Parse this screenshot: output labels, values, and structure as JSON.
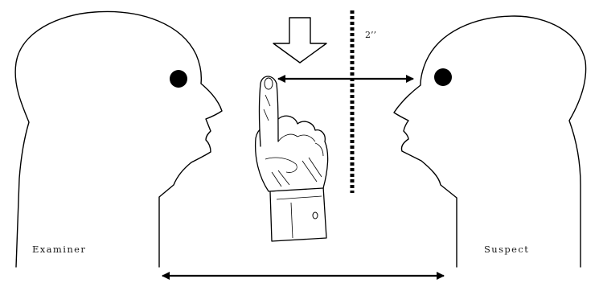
{
  "labels": {
    "left_person": "Examiner",
    "right_person": "Suspect",
    "distance": "2’’"
  }
}
